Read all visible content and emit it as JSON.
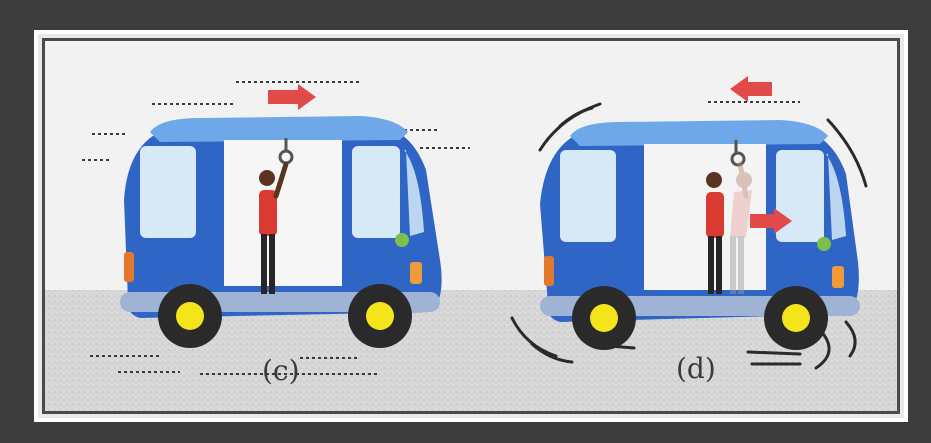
{
  "figure": {
    "panels": [
      {
        "id": "c",
        "label": "(c)"
      },
      {
        "id": "d",
        "label": "(d)"
      }
    ],
    "colors": {
      "bus_body": "#2f66c6",
      "bus_roof": "#6fa8e8",
      "window": "#d7e8f7",
      "arrow": "#e24a4a",
      "shirt": "#d93a32",
      "wheel_hub": "#f4e51a",
      "ground": "#d6d6d6"
    }
  }
}
